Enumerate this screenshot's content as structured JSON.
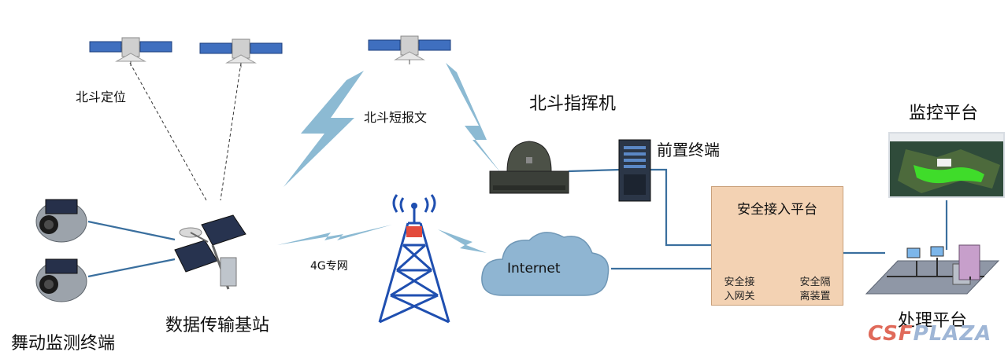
{
  "labels": {
    "beidou_positioning": "北斗定位",
    "beidou_short_message": "北斗短报文",
    "beidou_command": "北斗指挥机",
    "front_terminal": "前置终端",
    "monitor_platform": "监控平台",
    "security_platform": "安全接入平台",
    "gateway_line1": "安全接",
    "gateway_line2": "入网关",
    "isolation_line1": "安全隔",
    "isolation_line2": "离装置",
    "internet": "Internet",
    "network_4g": "4G专网",
    "base_station": "数据传输基站",
    "processing_platform": "处理平台",
    "gallop_terminal": "舞动监测终端"
  },
  "watermark": {
    "part1": "CSF",
    "part2": "PLAZA"
  },
  "colors": {
    "link_line": "#3a6f9e",
    "signal_bolt": "#8cbad3",
    "cloud": "#8fb5d2",
    "platform_box": "#f3d2b3",
    "tower": "#1f4fb0",
    "watermark_red": "#e06a5a",
    "watermark_blue": "#9fb6d6"
  },
  "icons": {
    "satellite": "satellite-icon",
    "tower": "cell-tower-icon",
    "cloud": "cloud-icon",
    "server": "server-icon",
    "command_device": "beidou-command-icon",
    "terminal": "gallop-terminal-icon",
    "base_station": "solar-base-station-icon",
    "monitor": "monitor-screen-icon",
    "network": "lan-network-icon"
  }
}
